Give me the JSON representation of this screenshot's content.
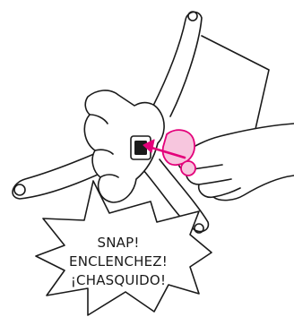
{
  "callout": {
    "line1": "SNAP!",
    "line2": "ENCLENCHEZ!",
    "line3": "¡CHASQUIDO!"
  },
  "colors": {
    "line": "#1a1a1a",
    "accent": "#e3007a",
    "accent_fill": "#f7c6de",
    "background": "#ffffff"
  }
}
